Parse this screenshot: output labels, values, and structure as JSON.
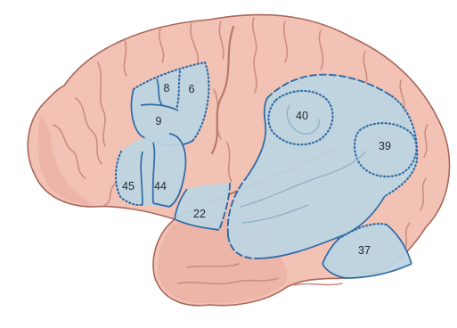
{
  "figure": {
    "areas": [
      {
        "id": "area-8",
        "label": "8"
      },
      {
        "id": "area-6",
        "label": "6"
      },
      {
        "id": "area-9",
        "label": "9"
      },
      {
        "id": "area-40",
        "label": "40"
      },
      {
        "id": "area-39",
        "label": "39"
      },
      {
        "id": "area-45",
        "label": "45"
      },
      {
        "id": "area-44",
        "label": "44"
      },
      {
        "id": "area-22",
        "label": "22"
      },
      {
        "id": "area-37",
        "label": "37"
      }
    ],
    "colors": {
      "cortex": "#f2c2b5",
      "sulcus": "#c98b7e",
      "highlight_fill": "#bcd5e2",
      "highlight_outline": "#2f6aa6"
    }
  }
}
